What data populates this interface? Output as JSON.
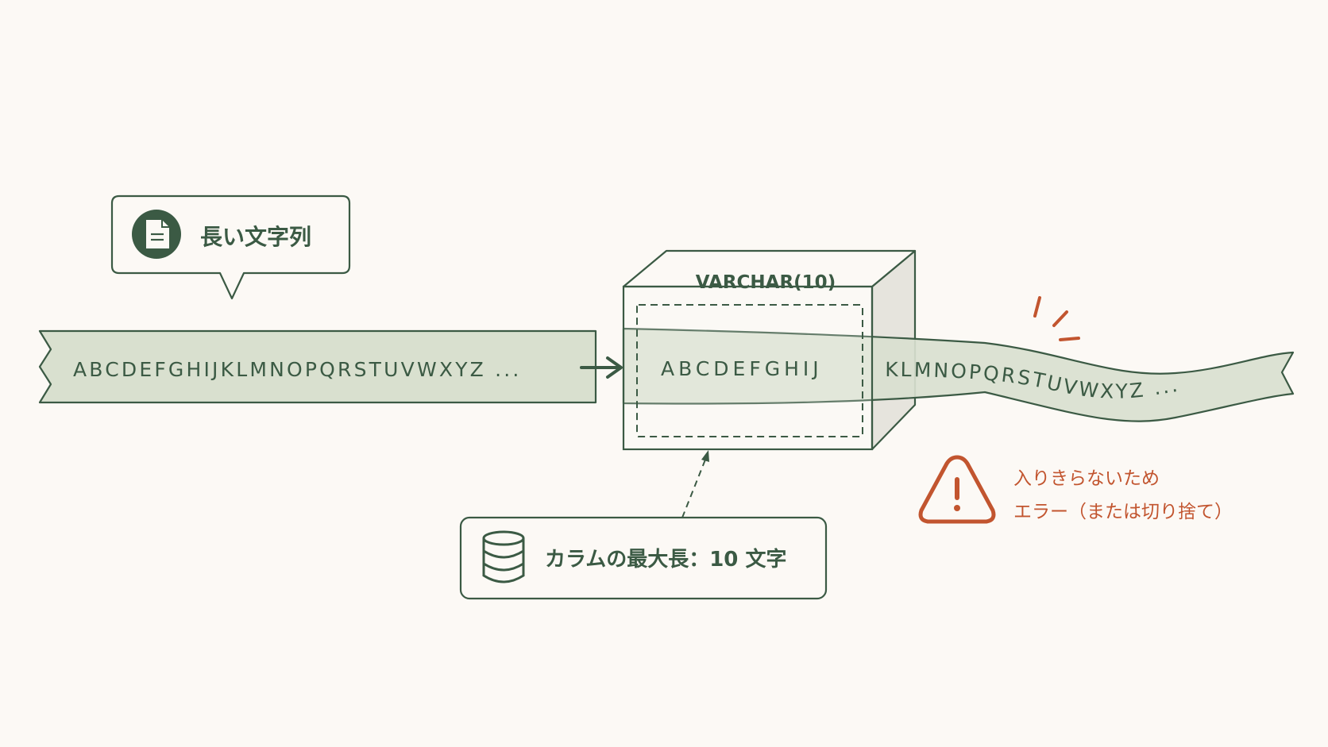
{
  "input": {
    "label": "長い文字列",
    "icon": "document-icon",
    "string": "ABCDEFGHIJKLMNOPQRSTUVWXYZ ..."
  },
  "box": {
    "title": "VARCHAR(10)",
    "stored_text": "ABCDEFGHIJ"
  },
  "overflow": {
    "text": "KLMNOPQRSTUVWXYZ ..."
  },
  "column": {
    "label": "カラムの最大長：10 文字",
    "icon": "database-icon"
  },
  "warning": {
    "icon": "warning-icon",
    "line1": "入りきらないため",
    "line2": "エラー（または切り捨て）"
  },
  "colors": {
    "ink": "#3b5a44",
    "tape": "#d9e0cf",
    "warning": "#c2552f",
    "background": "#fcf9f5"
  }
}
